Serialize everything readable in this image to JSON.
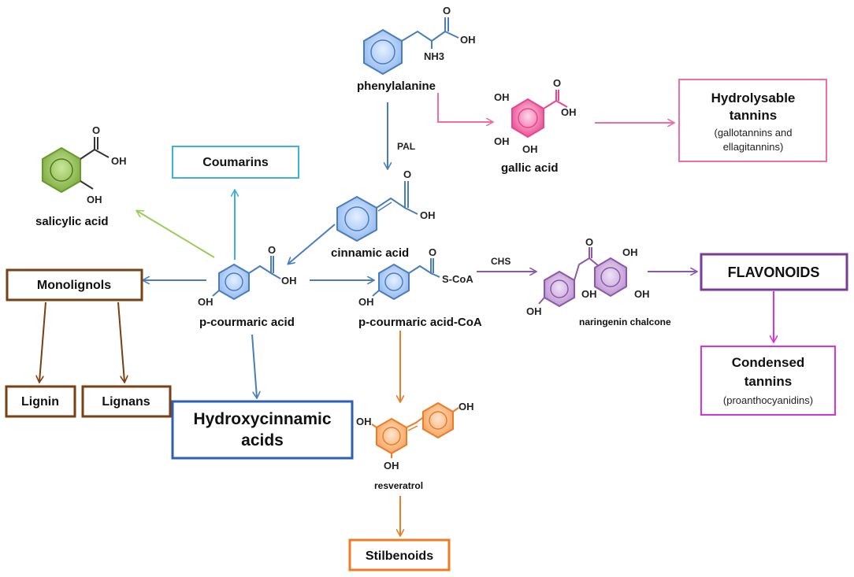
{
  "compounds": {
    "phenylalanine": "phenylalanine",
    "gallic_acid": "gallic acid",
    "salicylic_acid": "salicylic acid",
    "cinnamic_acid": "cinnamic acid",
    "p_coumaric_acid": "p-courmaric acid",
    "p_coumaric_acid_coa": "p-courmaric acid-CoA",
    "naringenin_chalcone": "naringenin chalcone",
    "resveratrol": "resveratrol"
  },
  "groups": {
    "oh": "OH",
    "nh3": "NH3",
    "o": "O",
    "scoa": "S-CoA"
  },
  "enzymes": {
    "pal": "PAL",
    "chs": "CHS"
  },
  "boxes": {
    "hydrolysable_title_1": "Hydrolysable",
    "hydrolysable_title_2": "tannins",
    "hydrolysable_sub_1": "(gallotannins and",
    "hydrolysable_sub_2": "ellagitannins)",
    "coumarins": "Coumarins",
    "monolignols": "Monolignols",
    "lignin": "Lignin",
    "lignans": "Lignans",
    "hydroxycinnamic_1": "Hydroxycinnamic",
    "hydroxycinnamic_2": "acids",
    "flavonoids": "FLAVONOIDS",
    "condensed_1": "Condensed",
    "condensed_2": "tannins",
    "condensed_sub": "(proanthocyanidins)",
    "stilbenoids": "Stilbenoids"
  },
  "colors": {
    "blue_arrow": "#4a7ebb",
    "pink": "#f06ea0",
    "cyan": "#3fb0d8",
    "green": "#9ccb5a",
    "brown": "#7a3f12",
    "navy_box": "#2e5fb5",
    "orange": "#ec7c25",
    "purple": "#7a3c98",
    "magenta": "#d633e0",
    "purple_arrow": "#8a5aa8"
  }
}
